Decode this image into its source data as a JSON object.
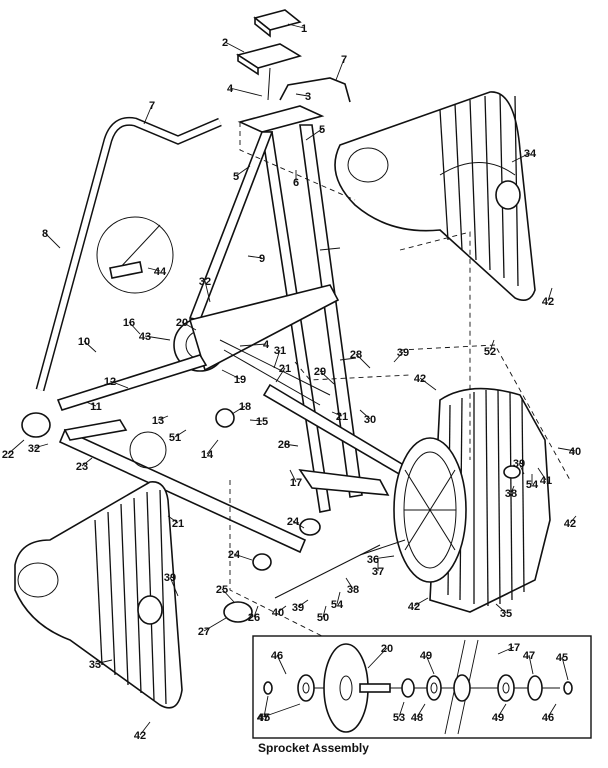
{
  "caption": "Sprocket Assembly",
  "callouts": [
    "1",
    "2",
    "3",
    "4",
    "4",
    "5",
    "5",
    "6",
    "7",
    "7",
    "8",
    "9",
    "10",
    "11",
    "12",
    "13",
    "14",
    "15",
    "16",
    "17",
    "17",
    "18",
    "19",
    "20",
    "20",
    "21",
    "21",
    "21",
    "22",
    "23",
    "24",
    "24",
    "25",
    "26",
    "27",
    "28",
    "28",
    "29",
    "30",
    "31",
    "32",
    "32",
    "33",
    "34",
    "35",
    "36",
    "37",
    "38",
    "38",
    "39",
    "39",
    "39",
    "39",
    "40",
    "40",
    "41",
    "42",
    "42",
    "42",
    "42",
    "42",
    "43",
    "44",
    "45",
    "45",
    "46",
    "46",
    "47",
    "47",
    "48",
    "49",
    "49",
    "50",
    "51",
    "52",
    "53",
    "54",
    "54"
  ]
}
